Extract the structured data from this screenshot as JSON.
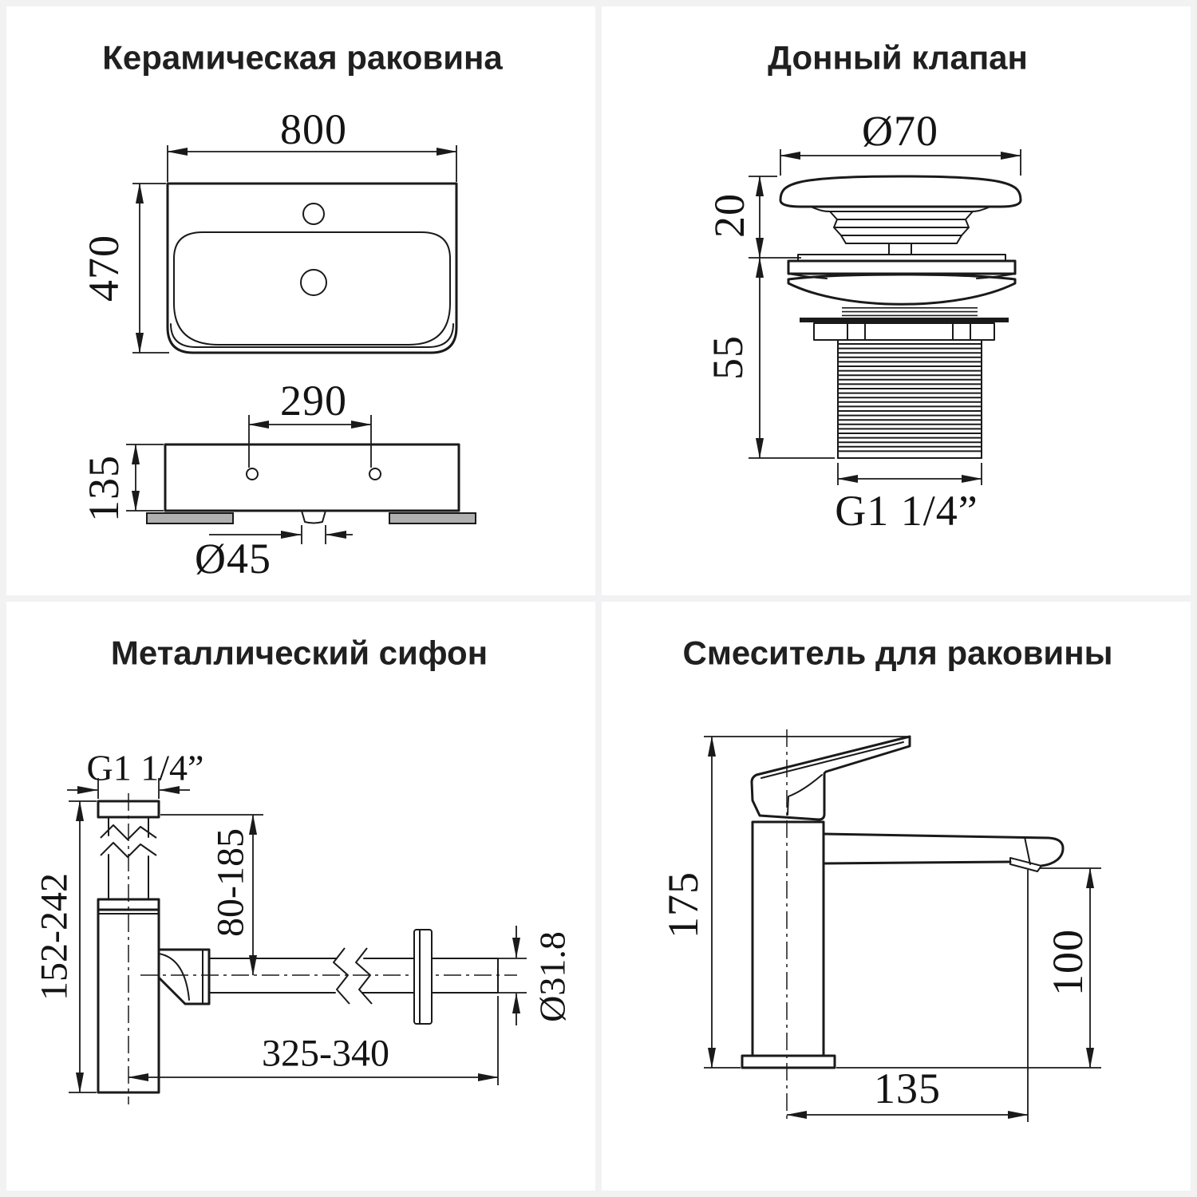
{
  "colors": {
    "line": "#1a1a1a",
    "pad_gray": "#b0b0b0",
    "panel_bg": "#ffffff",
    "page_bg": "#f2f2f3",
    "title_text": "#202020"
  },
  "panels": {
    "sink": {
      "title": "Керамическая раковина",
      "dims": {
        "width": "800",
        "depth": "470",
        "hole_spacing": "290",
        "height": "135",
        "drain_diameter": "Ø45"
      }
    },
    "valve": {
      "title": "Донный клапан",
      "dims": {
        "cap_diameter": "Ø70",
        "cap_height": "20",
        "thread_length": "55",
        "thread_size": "G1 1/4”"
      }
    },
    "siphon": {
      "title": "Металлический сифон",
      "dims": {
        "thread_size": "G1 1/4”",
        "inlet_height": "152-242",
        "outlet_height": "80-185",
        "length": "325-340",
        "pipe_diameter": "Ø31.8"
      }
    },
    "mixer": {
      "title": "Смеситель для раковины",
      "dims": {
        "height": "175",
        "spout_height": "100",
        "spout_reach": "135"
      }
    }
  }
}
